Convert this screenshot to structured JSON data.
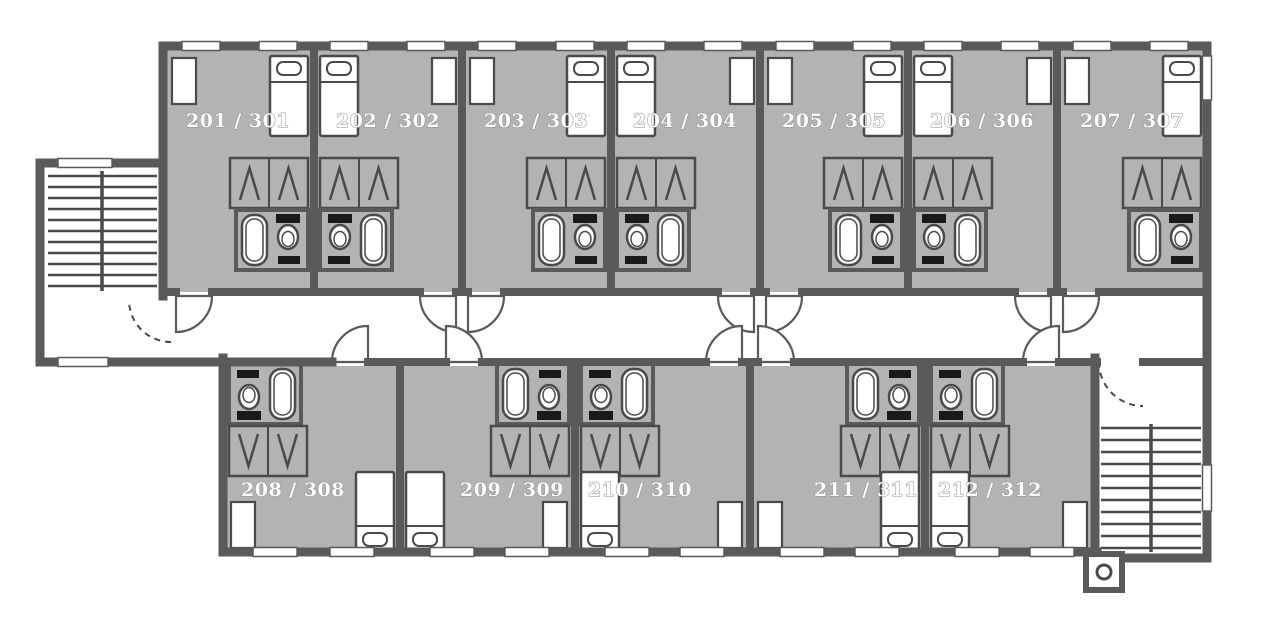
{
  "rooms": {
    "top": [
      {
        "label": "201 / 301"
      },
      {
        "label": "202 / 302"
      },
      {
        "label": "203 / 303"
      },
      {
        "label": "204 / 304"
      },
      {
        "label": "205 / 305"
      },
      {
        "label": "206 / 306"
      },
      {
        "label": "207 / 307"
      }
    ],
    "bottom": [
      {
        "label": "208 / 308"
      },
      {
        "label": "209 / 309"
      },
      {
        "label": "210 / 310"
      },
      {
        "label": "211 / 311"
      },
      {
        "label": "212 / 312"
      }
    ]
  },
  "colors": {
    "wall": "#5a5a5a",
    "room_fill": "#b3b3b3",
    "background": "#ffffff",
    "fixture_line": "#4a4a4a",
    "accent_black": "#1a1a1a",
    "label_text": "#ffffff"
  },
  "icons": {
    "bed": "bed-icon",
    "desk": "desk-icon",
    "closet": "closet-hanger-icon",
    "bathroom": "bathroom-icon",
    "toilet": "toilet-icon",
    "bathtub": "bathtub-icon",
    "door": "door-swing-icon",
    "stairs": "stairs-icon"
  }
}
